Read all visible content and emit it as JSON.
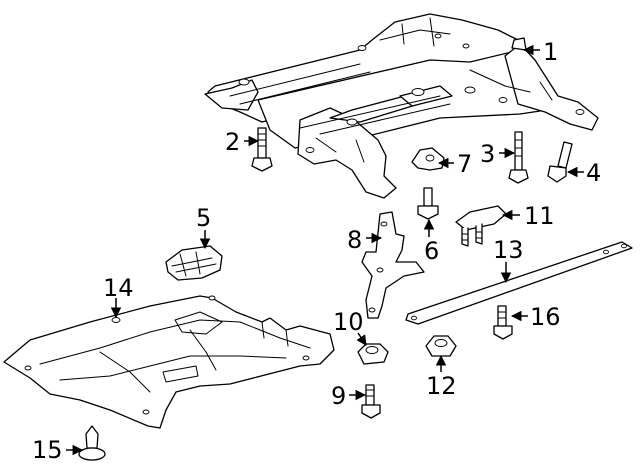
{
  "colors": {
    "line": "#000000",
    "background": "#ffffff"
  },
  "callouts": {
    "c1": "1",
    "c2": "2",
    "c3": "3",
    "c4": "4",
    "c5": "5",
    "c6": "6",
    "c7": "7",
    "c8": "8",
    "c9": "9",
    "c10": "10",
    "c11": "11",
    "c12": "12",
    "c13": "13",
    "c14": "14",
    "c15": "15",
    "c16": "16"
  }
}
